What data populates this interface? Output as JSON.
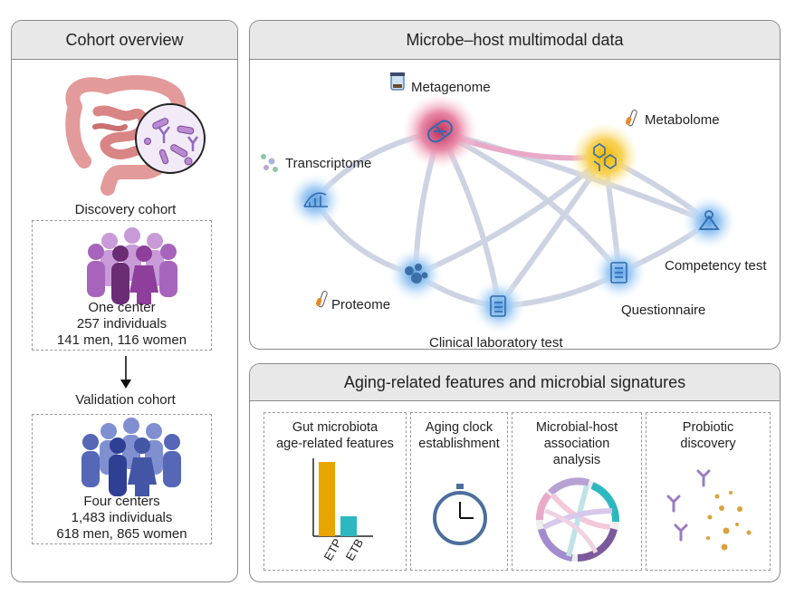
{
  "cohort": {
    "title": "Cohort overview",
    "discovery_label": "Discovery cohort",
    "discovery_lines": [
      "One center",
      "257 individuals",
      "141 men, 116 women"
    ],
    "validation_label": "Validation cohort",
    "validation_lines": [
      "Four centers",
      "1,483 individuals",
      "618 men, 865 women"
    ]
  },
  "multimodal": {
    "title": "Microbe–host multimodal data",
    "nodes": {
      "metagenome": "Metagenome",
      "metabolome": "Metabolome",
      "transcriptome": "Transcriptome",
      "competency": "Competency test",
      "proteome": "Proteome",
      "questionnaire": "Questionnaire",
      "clinical": "Clinical laboratory test"
    }
  },
  "aging": {
    "title": "Aging-related features and microbial signatures",
    "boxes": {
      "gut": [
        "Gut microbiota",
        "age-related features"
      ],
      "clock": [
        "Aging clock",
        "establishment"
      ],
      "assoc": [
        "Microbial-host",
        "association",
        "analysis"
      ],
      "probiotic": [
        "Probiotic",
        "discovery"
      ]
    },
    "bar_labels": [
      "ETP",
      "ETB"
    ]
  },
  "colors": {
    "panel_header": "#e8e8e8",
    "edge": "#cdd3e2",
    "edge_highlight": "#e9a9c8",
    "node_blue": "#5b9fe0",
    "metagenome": "#c0305c",
    "metabolome": "#f2b600",
    "bar_etp": "#e8a400",
    "bar_etb": "#2db8c0",
    "discovery_people": "#8e4aa5",
    "validation_people": "#3b56a8"
  }
}
